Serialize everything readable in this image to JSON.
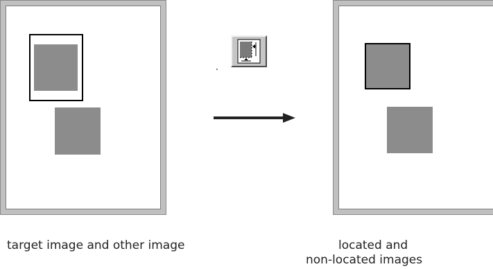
{
  "captions": {
    "left": "target image and other image",
    "right_line1": "located and",
    "right_line2": "non-located images"
  },
  "colors": {
    "frame": "#c0c0c0",
    "page": "#ffffff",
    "image_fill": "#8c8c8c",
    "arrow": "#222222"
  },
  "icons": {
    "toolbar_button": "locate-image-icon",
    "transition": "right-arrow-icon"
  }
}
